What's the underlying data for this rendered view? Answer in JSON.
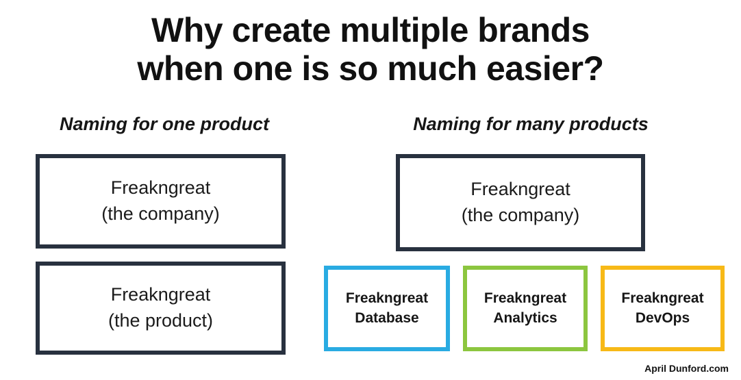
{
  "title": {
    "line1": "Why create multiple brands",
    "line2": "when one is so much easier?"
  },
  "columns": {
    "left": {
      "heading": "Naming for one product",
      "boxes": [
        {
          "line1": "Freakngreat",
          "line2": "(the company)"
        },
        {
          "line1": "Freakngreat",
          "line2": "(the product)"
        }
      ]
    },
    "right": {
      "heading": "Naming for many products",
      "company_box": {
        "line1": "Freakngreat",
        "line2": "(the company)"
      },
      "product_boxes": [
        {
          "line1": "Freakngreat",
          "line2": "Database",
          "border_color": "#29abe2"
        },
        {
          "line1": "Freakngreat",
          "line2": "Analytics",
          "border_color": "#8cc63f"
        },
        {
          "line1": "Freakngreat",
          "line2": "DevOps",
          "border_color": "#f7b917"
        }
      ]
    }
  },
  "footer": {
    "attribution": "April Dunford.com"
  },
  "colors": {
    "background": "#ffffff",
    "text": "#111111",
    "dark_border": "#28313f",
    "blue": "#29abe2",
    "green": "#8cc63f",
    "yellow": "#f7b917"
  }
}
